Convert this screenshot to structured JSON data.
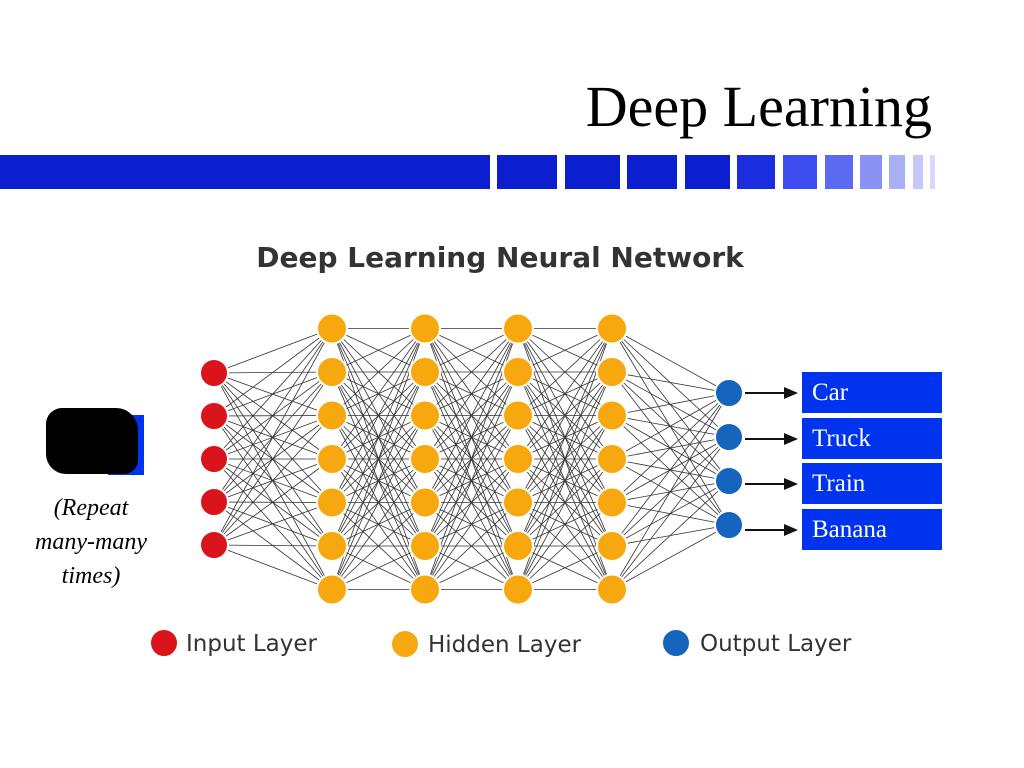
{
  "slide": {
    "title": "Deep Learning",
    "repeat_note": [
      "(Repeat",
      "many-many",
      "times)"
    ]
  },
  "diagram": {
    "title": "Deep Learning Neural Network",
    "layers": [
      {
        "type": "input",
        "nodes": 5
      },
      {
        "type": "hidden",
        "nodes": 7
      },
      {
        "type": "hidden",
        "nodes": 7
      },
      {
        "type": "hidden",
        "nodes": 7
      },
      {
        "type": "hidden",
        "nodes": 7
      },
      {
        "type": "output",
        "nodes": 4
      }
    ],
    "outputs": [
      "Car",
      "Truck",
      "Train",
      "Banana"
    ],
    "legend": [
      {
        "label": "Input Layer",
        "color": "#d9141b"
      },
      {
        "label": "Hidden Layer",
        "color": "#f7a80e"
      },
      {
        "label": "Output Layer",
        "color": "#1565bf"
      }
    ]
  },
  "colors": {
    "accent_blue": "#0033ee",
    "input_node": "#d9141b",
    "hidden_node": "#f7a80e",
    "output_node": "#1565bf"
  }
}
